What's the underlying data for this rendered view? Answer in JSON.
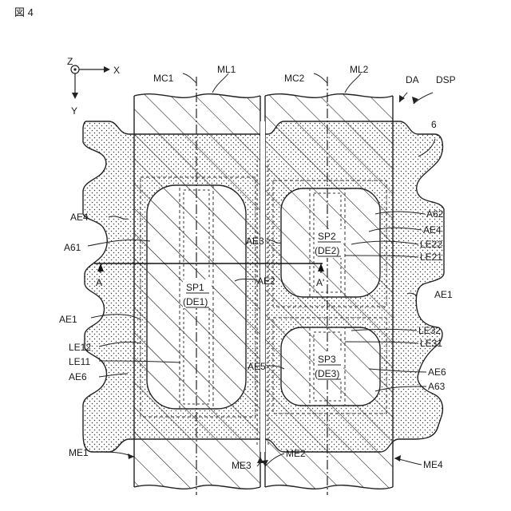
{
  "figure_label": "図 4",
  "axes": {
    "z": "Z",
    "x": "X",
    "y": "Y"
  },
  "labels": {
    "MC1": "MC1",
    "ML1": "ML1",
    "MC2": "MC2",
    "ML2": "ML2",
    "DA": "DA",
    "DSP": "DSP",
    "six": "6",
    "AE4_left": "AE4",
    "A61": "A61",
    "A_left": "A",
    "AE1_left": "AE1",
    "LE12": "LE12",
    "LE11": "LE11",
    "AE6_left": "AE6",
    "ME1": "ME1",
    "SP1": "SP1",
    "DE1": "(DE1)",
    "AE3": "AE3",
    "AE2": "AE2",
    "AE5": "AE5",
    "SP2": "SP2",
    "DE2": "(DE2)",
    "A_prime": "A'",
    "SP3": "SP3",
    "DE3": "(DE3)",
    "A62": "A62",
    "AE4_right": "AE4",
    "LE22": "LE22",
    "LE21": "LE21",
    "AE1_right": "AE1",
    "LE32": "LE32",
    "LE31": "LE31",
    "AE6_right": "AE6",
    "A63": "A63",
    "ME3": "ME3",
    "ME2": "ME2",
    "ME4": "ME4"
  }
}
